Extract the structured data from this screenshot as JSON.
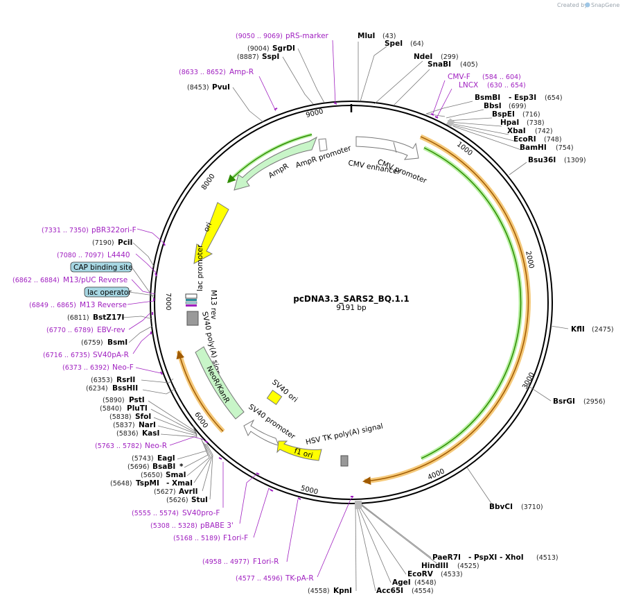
{
  "watermark": "Created by",
  "brand": "SnapGene",
  "plasmid": {
    "name": "pcDNA3.3_SARS2_BQ.1.1",
    "size": "9191 bp"
  },
  "ticks": [
    "1000",
    "2000",
    "3000",
    "4000",
    "5000",
    "6000",
    "7000",
    "8000",
    "9000"
  ],
  "enzymes": [
    {
      "name": "MluI",
      "pos": "(43)"
    },
    {
      "name": "SpeI",
      "pos": "(64)"
    },
    {
      "name": "NdeI",
      "pos": "(299)"
    },
    {
      "name": "SnaBI",
      "pos": "(405)"
    },
    {
      "name": "BsmBI",
      "pos": "(654)",
      "suffix": "- Esp3I"
    },
    {
      "name": "BbsI",
      "pos": "(699)"
    },
    {
      "name": "BspEI",
      "pos": "(716)"
    },
    {
      "name": "HpaI",
      "pos": "(738)"
    },
    {
      "name": "XbaI",
      "pos": "(742)"
    },
    {
      "name": "EcoRI",
      "pos": "(748)"
    },
    {
      "name": "BamHI",
      "pos": "(754)"
    },
    {
      "name": "Bsu36I",
      "pos": "(1309)"
    },
    {
      "name": "KflI",
      "pos": "(2475)"
    },
    {
      "name": "BsrGI",
      "pos": "(2956)"
    },
    {
      "name": "BbvCI",
      "pos": "(3710)"
    },
    {
      "name": "PaeR7I",
      "pos": "(4513)",
      "suffix": "- PspXI  - XhoI"
    },
    {
      "name": "HindIII",
      "pos": "(4525)"
    },
    {
      "name": "EcoRV",
      "pos": "(4533)"
    },
    {
      "name": "AgeI",
      "pos": "(4548)"
    },
    {
      "name": "Acc65I",
      "pos": "(4554)"
    },
    {
      "name": "KpnI",
      "pos": "(4558)"
    },
    {
      "name": "StuI",
      "pos": "(5626)"
    },
    {
      "name": "AvrII",
      "pos": "(5627)"
    },
    {
      "name": "TspMI",
      "pos": "(5648)",
      "suffix": "- XmaI"
    },
    {
      "name": "SmaI",
      "pos": "(5650)"
    },
    {
      "name": "BsaBI",
      "pos": "(5696)",
      "suffix": "*"
    },
    {
      "name": "EagI",
      "pos": "(5743)"
    },
    {
      "name": "KasI",
      "pos": "(5836)"
    },
    {
      "name": "NarI",
      "pos": "(5837)"
    },
    {
      "name": "SfoI",
      "pos": "(5838)"
    },
    {
      "name": "PluTI",
      "pos": "(5840)"
    },
    {
      "name": "PstI",
      "pos": "(5890)"
    },
    {
      "name": "BssHII",
      "pos": "(6234)"
    },
    {
      "name": "RsrII",
      "pos": "(6353)"
    },
    {
      "name": "BsmI",
      "pos": "(6759)"
    },
    {
      "name": "BstZ17I",
      "pos": "(6811)"
    },
    {
      "name": "PciI",
      "pos": "(7190)"
    },
    {
      "name": "PvuI",
      "pos": "(8453)"
    },
    {
      "name": "SspI",
      "pos": "(8887)"
    },
    {
      "name": "SgrDI",
      "pos": "(9004)"
    }
  ],
  "primers": [
    {
      "name": "pRS-marker",
      "pos": "(9050 .. 9069)"
    },
    {
      "name": "Amp-R",
      "pos": "(8633 .. 8652)"
    },
    {
      "name": "CMV-F",
      "pos": "(584 .. 604)"
    },
    {
      "name": "LNCX",
      "pos": "(630 .. 654)"
    },
    {
      "name": "pBR322ori-F",
      "pos": "(7331 .. 7350)"
    },
    {
      "name": "L4440",
      "pos": "(7080 .. 7097)"
    },
    {
      "name": "M13/pUC Reverse",
      "pos": "(6862 .. 6884)"
    },
    {
      "name": "M13 Reverse",
      "pos": "(6849 .. 6865)"
    },
    {
      "name": "EBV-rev",
      "pos": "(6770 .. 6789)"
    },
    {
      "name": "SV40pA-R",
      "pos": "(6716 .. 6735)"
    },
    {
      "name": "Neo-F",
      "pos": "(6373 .. 6392)"
    },
    {
      "name": "Neo-R",
      "pos": "(5763 .. 5782)"
    },
    {
      "name": "SV40pro-F",
      "pos": "(5555 .. 5574)"
    },
    {
      "name": "pBABE 3'",
      "pos": "(5308 .. 5328)"
    },
    {
      "name": "F1ori-F",
      "pos": "(5168 .. 5189)"
    },
    {
      "name": "F1ori-R",
      "pos": "(4958 .. 4977)"
    },
    {
      "name": "TK-pA-R",
      "pos": "(4577 .. 4596)"
    }
  ],
  "boxes": {
    "cap": "CAP binding site",
    "lac": "lac operator"
  },
  "features": {
    "ampr_promoter": "AmpR promoter",
    "ampr": "AmpR",
    "cmv_enhancer": "CMV enhancer",
    "cmv_promoter": "CMV promoter",
    "ori": "ori",
    "lac_promoter": "lac promoter",
    "m13_rev": "M13 rev",
    "sv40_polya": "SV40 poly(A) signal",
    "neor": "NeoR/KanR",
    "sv40_ori": "SV40 ori",
    "sv40_promoter": "SV40 promoter",
    "hsv_tk": "HSV TK poly(A) signal",
    "f1_ori": "f1 ori"
  },
  "colors": {
    "primer": "#a020c0",
    "promoter_fill": "#ffffff",
    "ampr_fill": "#c8f5c8",
    "ori_fill": "#ffff00",
    "orange": "#f5a623",
    "green": "#2e8b00",
    "misc_box": "#a7d7e3"
  }
}
